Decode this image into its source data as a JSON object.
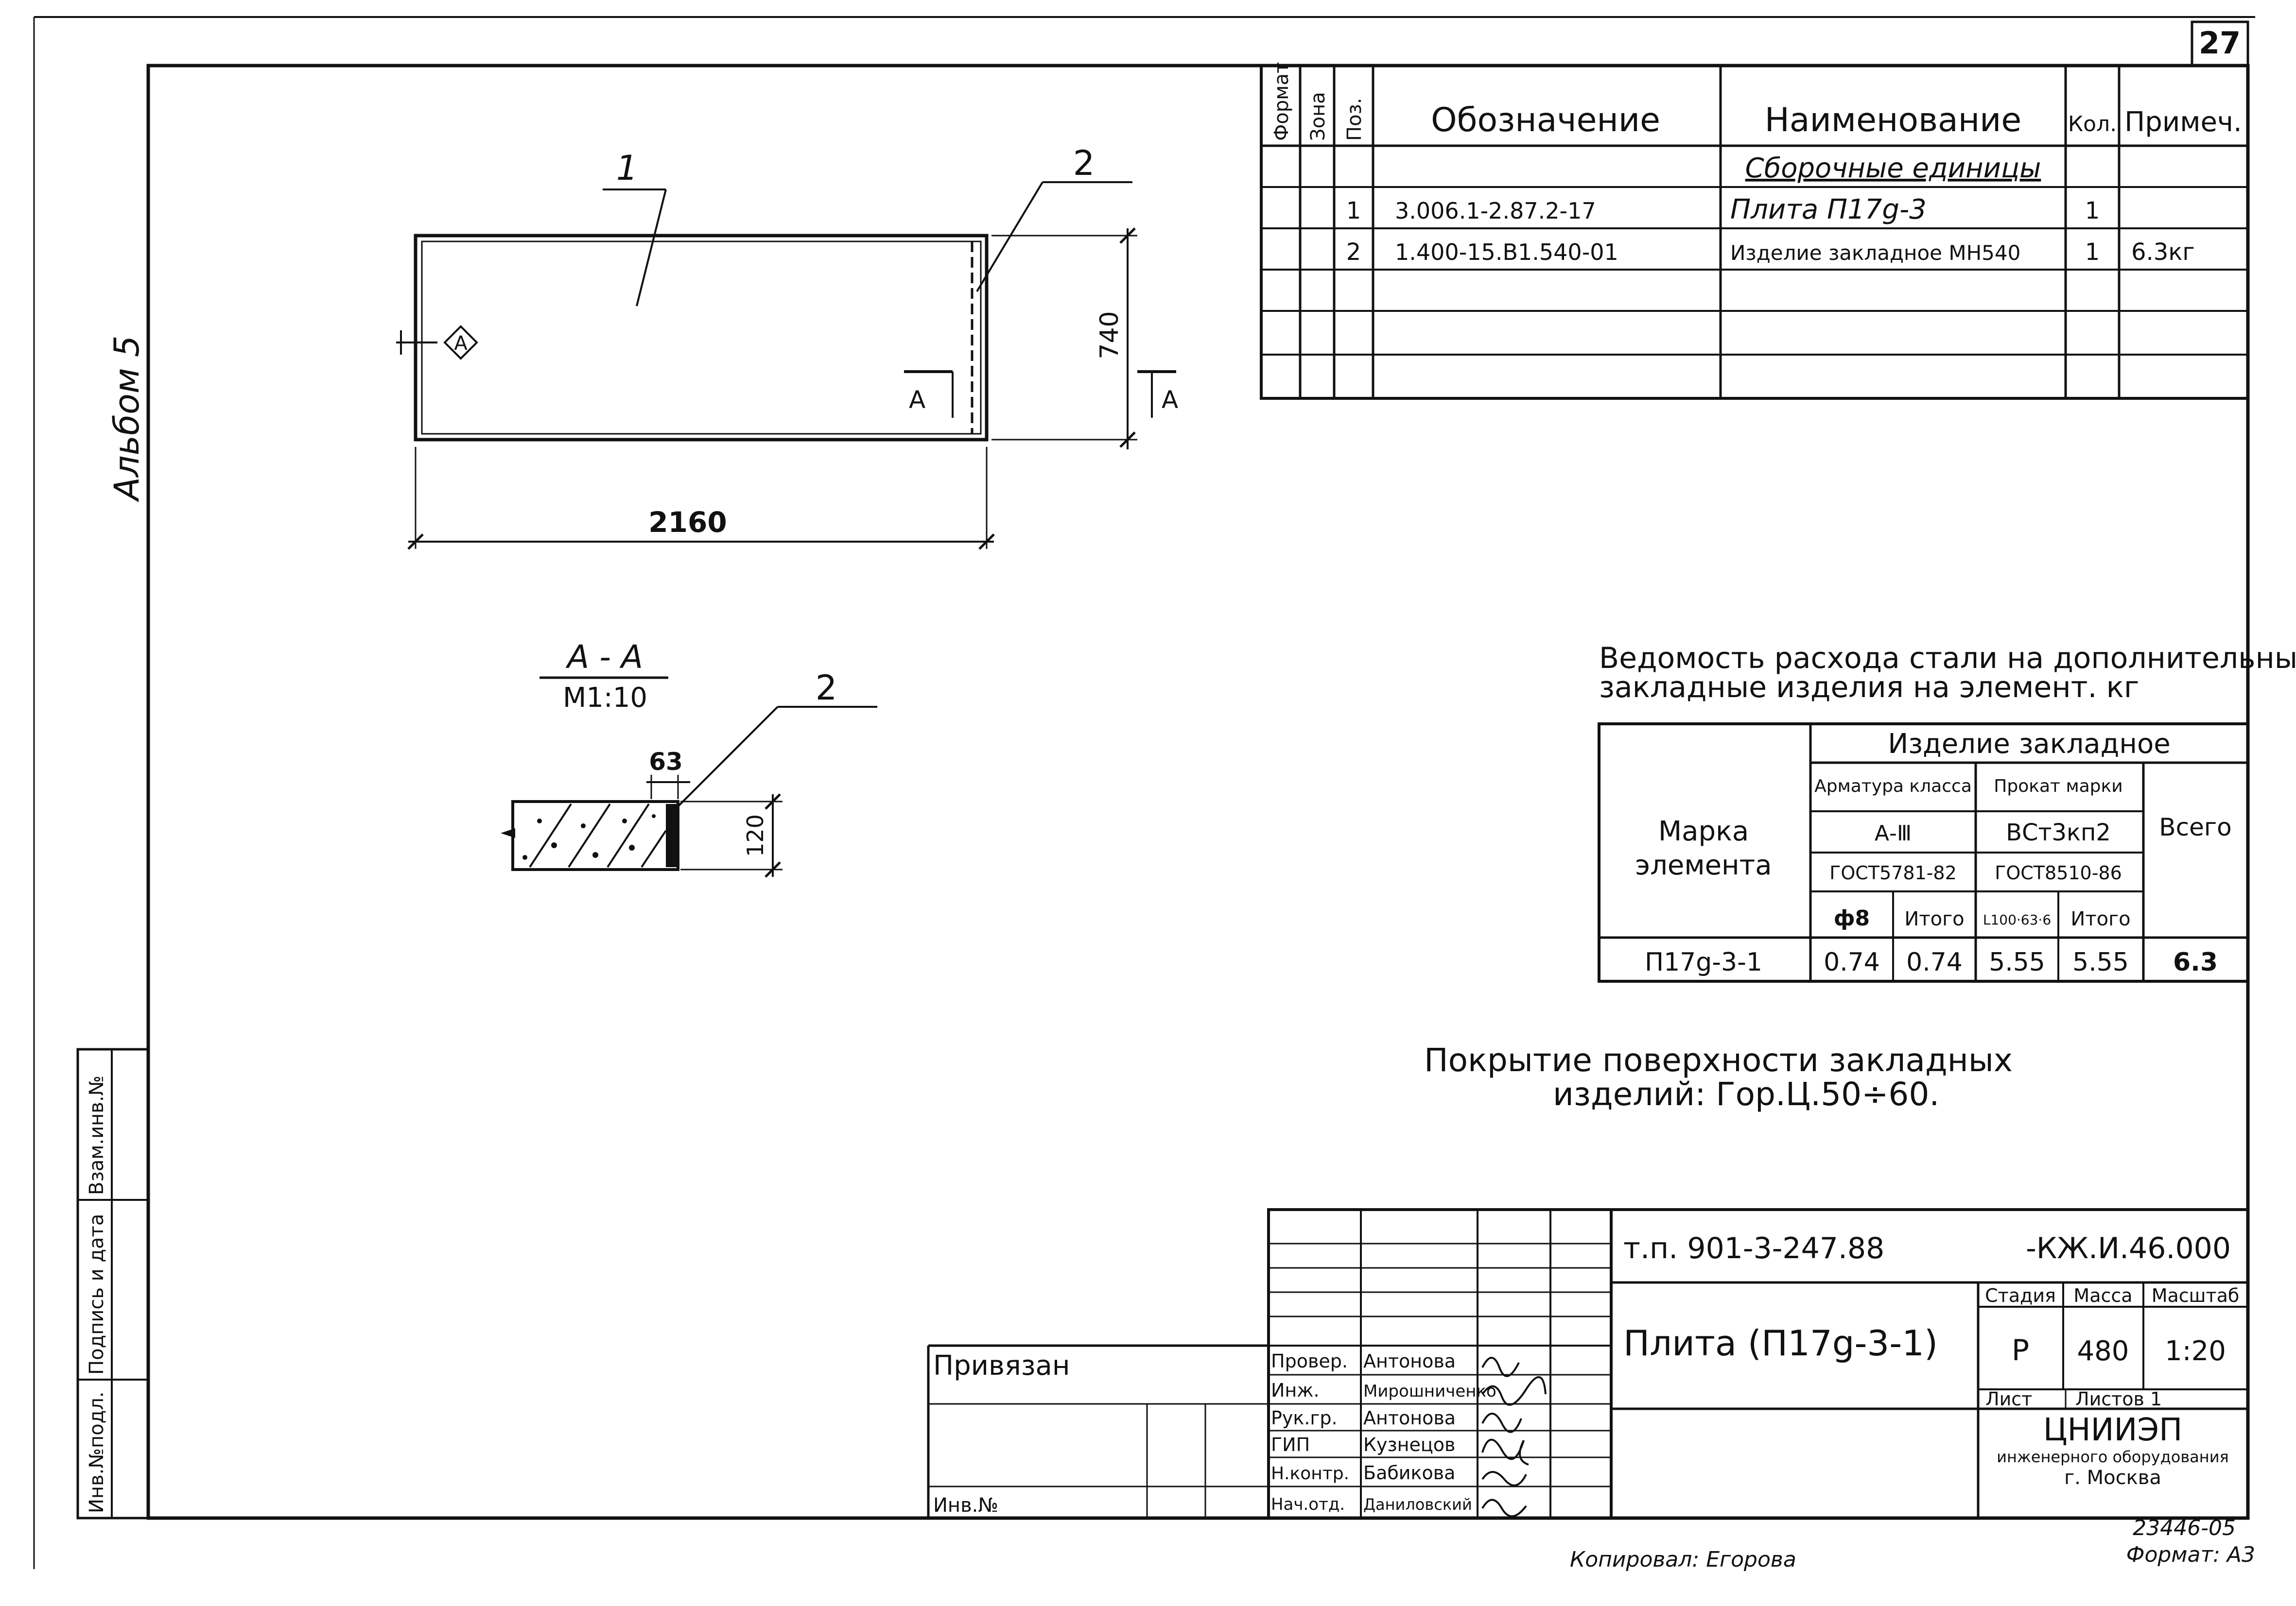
{
  "sheet_number": "27",
  "album_label": "Альбом 5",
  "spec_table": {
    "headers": {
      "format": "Формат",
      "zone": "Зона",
      "pos": "Поз.",
      "designation": "Обозначение",
      "name": "Наименование",
      "qty": "Кол.",
      "note": "Примеч."
    },
    "section_title": "Сборочные единицы",
    "rows": [
      {
        "pos": "1",
        "designation": "3.006.1-2.87.2-17",
        "name": "Плита П17g-3",
        "qty": "1",
        "note": ""
      },
      {
        "pos": "2",
        "designation": "1.400-15.В1.540-01",
        "name": "Изделие закладное МН540",
        "qty": "1",
        "note": "6.3кг"
      }
    ]
  },
  "plan_view": {
    "leader_1": "1",
    "leader_2": "2",
    "dim_width": "2160",
    "dim_height": "740",
    "marker_a": "А",
    "cut_left": "А",
    "cut_right": "А"
  },
  "section_view": {
    "title": "А - А",
    "scale": "М1:10",
    "leader_2": "2",
    "dim_63": "63",
    "dim_120": "120"
  },
  "steel_table": {
    "title_line1": "Ведомость расхода стали на дополнительные",
    "title_line2": "закладные изделия на элемент. кг",
    "header_embedded": "Изделие закладное",
    "header_rebar": "Арматура класса",
    "header_rolled": "Прокат марки",
    "header_total": "Всего",
    "rebar_class": "А-Ⅲ",
    "rolled_grade": "ВСт3кп2",
    "rebar_gost": "ГОСТ5781-82",
    "rolled_gost": "ГОСТ8510-86",
    "col_phi8": "ф8",
    "col_subtotal1": "Итого",
    "col_angle": "L100·63·6",
    "col_subtotal2": "Итого",
    "header_mark_1": "Марка",
    "header_mark_2": "элемента",
    "row": {
      "mark": "П17g-3-1",
      "phi8": "0.74",
      "subtotal1": "0.74",
      "angle": "5.55",
      "subtotal2": "5.55",
      "total": "6.3"
    }
  },
  "coating_note_line1": "Покрытие поверхности закладных",
  "coating_note_line2": "изделий: Гор.Ц.50÷60.",
  "title_block": {
    "project_code": "т.п. 901-3-247.88",
    "doc_code": "-КЖ.И.46.000",
    "item_title": "Плита (П17g-3-1)",
    "stage_label": "Стадия",
    "mass_label": "Масса",
    "scale_label": "Масштаб",
    "stage": "Р",
    "mass": "480",
    "scale": "1:20",
    "sheet_label": "Лист",
    "sheets_label": "Листов 1",
    "org_name": "ЦНИИЭП",
    "org_sub": "инженерного оборудования",
    "org_city": "г. Москва",
    "attached_label": "Привязан",
    "inv_label": "Инв.№",
    "signers": [
      {
        "role": "Провер.",
        "name": "Антонова"
      },
      {
        "role": "Инж.",
        "name": "Мирошниченко"
      },
      {
        "role": "Рук.гр.",
        "name": "Антонова"
      },
      {
        "role": "ГИП",
        "name": "Кузнецов"
      },
      {
        "role": "Н.контр.",
        "name": "Бабикова"
      },
      {
        "role": "Нач.отд.",
        "name": "Даниловский"
      }
    ]
  },
  "side_stamp": {
    "inv_orig": "Инв.№подл.",
    "sign_date": "Подпись и дата",
    "replace_inv": "Взам.инв.№"
  },
  "footer": {
    "copied_by": "Копировал: Егорова",
    "archive_no": "23446-05",
    "format": "Формат: А3"
  }
}
